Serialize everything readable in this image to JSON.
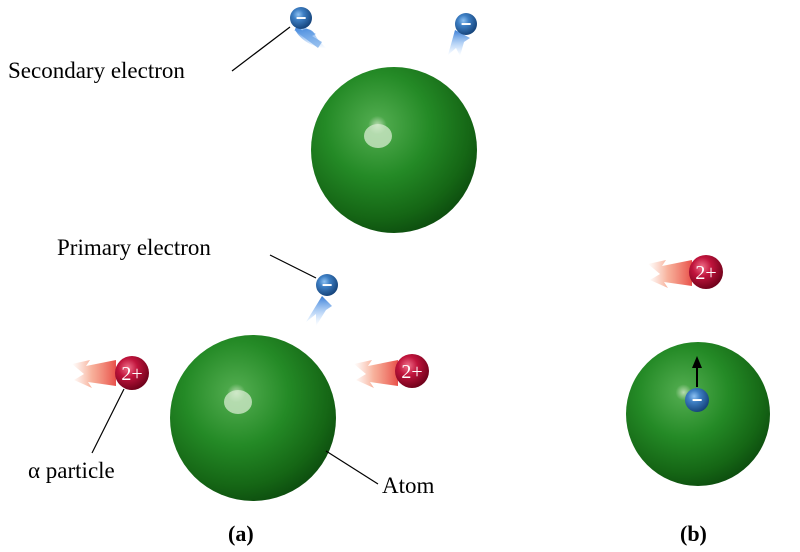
{
  "labels": {
    "secondary_electron": "Secondary electron",
    "primary_electron": "Primary electron",
    "alpha_particle": "α particle",
    "atom": "Atom",
    "panel_a": "(a)",
    "panel_b": "(b)"
  },
  "particles": {
    "alpha_charge": "2+",
    "electron_charge": "−"
  },
  "colors": {
    "atom": "#1f7f1f",
    "electron": "#2f6fb5",
    "alpha": "#b01035",
    "alpha_trail": "#f08060",
    "electron_trail": "#5aa0f0"
  }
}
